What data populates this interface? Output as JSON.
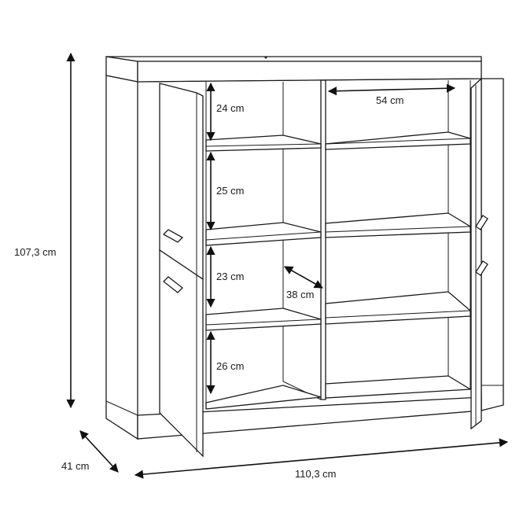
{
  "dimensions": {
    "height": "107,3 cm",
    "depth": "41 cm",
    "width": "110,3 cm",
    "shelf_width": "54 cm",
    "shelf_depth": "38 cm",
    "compartments": [
      "24 cm",
      "25 cm",
      "23 cm",
      "26 cm"
    ]
  },
  "colors": {
    "line": "#1a1a1a",
    "background": "#ffffff"
  }
}
